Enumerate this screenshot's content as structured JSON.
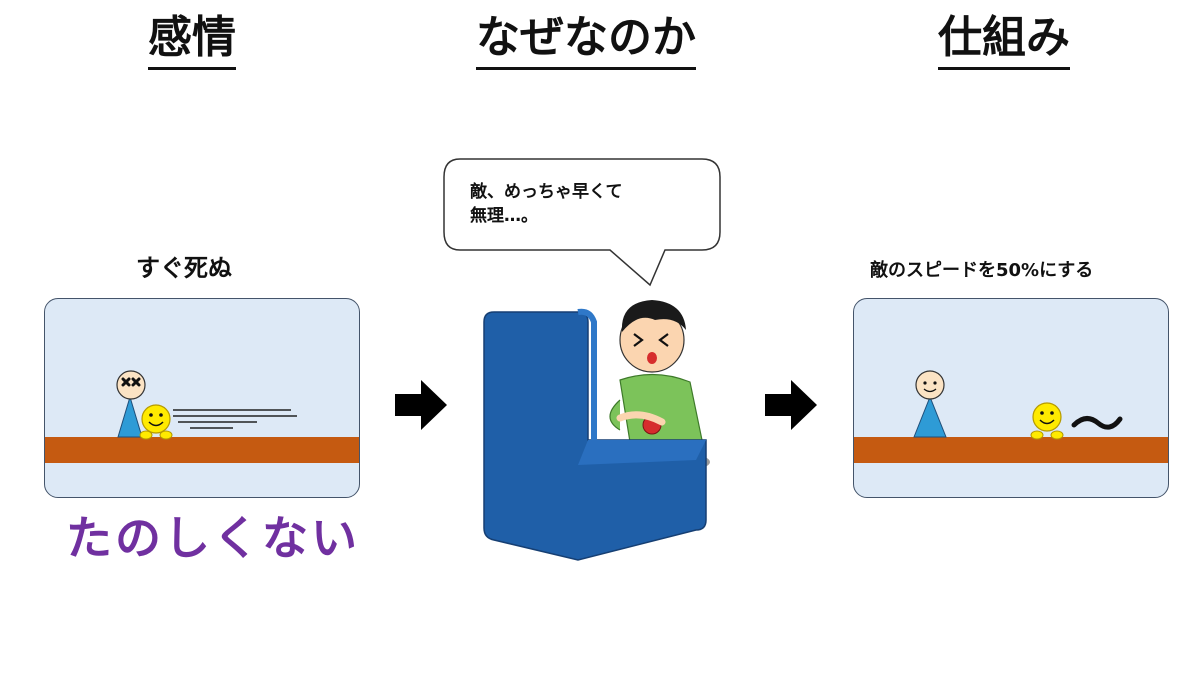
{
  "headings": {
    "feeling": "感情",
    "why": "なぜなのか",
    "mechanism": "仕組み"
  },
  "left_panel": {
    "caption": "すぐ死ぬ",
    "result": "たのしくない"
  },
  "middle_panel": {
    "speech_line1": "敵、めっちゃ早くて",
    "speech_line2": "無理…。"
  },
  "right_panel": {
    "caption": "敵のスピードを50%にする"
  },
  "icons": {
    "arrows": "right-arrow-icon",
    "player": "dead-player-icon",
    "enemy": "smiley-enemy-icon",
    "slow_mark": "tilde-icon"
  },
  "colors": {
    "scene_bg": "#dde9f6",
    "floor": "#c55a11",
    "player_body": "#2e9bd6",
    "enemy": "#ffea00",
    "result_text": "#7030a0",
    "cabinet": "#1f5fa8",
    "shirt": "#7cc35a"
  }
}
